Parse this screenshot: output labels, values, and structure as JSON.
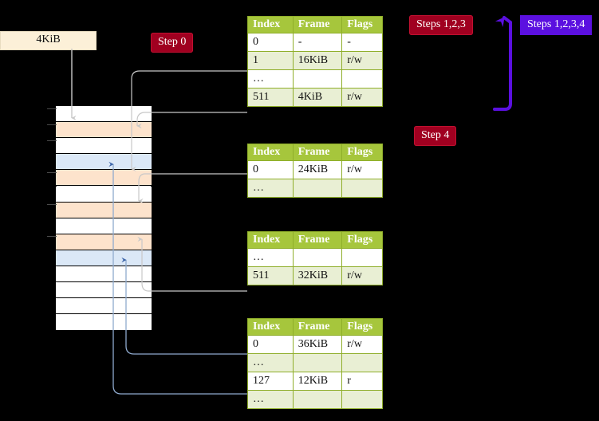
{
  "labels": {
    "kib_box": "4KiB",
    "step0": "Step 0",
    "step4": "Step 4",
    "steps123": "Steps 1,2,3",
    "steps1234": "Steps 1,2,3,4"
  },
  "colors": {
    "badge_red": "#a00020",
    "badge_purple": "#5b10e0",
    "table_header_green": "#a6c63c",
    "table_alt_row": "#e9efd4",
    "highlight_yellow": "#fbf59a",
    "mem_peach": "#fde3cc",
    "mem_blue": "#dbe8f7",
    "kib_box_bg": "#fcf0d8",
    "arrow_grey": "#c8c8c8",
    "arrow_blue": "#5a7fb8"
  },
  "columns": [
    "Index",
    "Frame",
    "Flags"
  ],
  "tables": [
    {
      "id": "pml4",
      "rows": [
        {
          "index": "0",
          "frame": "-",
          "flags": "-",
          "alt": false,
          "hl": false
        },
        {
          "index": "1",
          "frame": "16KiB",
          "flags": "r/w",
          "alt": true,
          "hl": false
        },
        {
          "index": "…",
          "frame": "",
          "flags": "",
          "alt": false,
          "hl": false
        },
        {
          "index": "511",
          "frame": "4KiB",
          "flags": "r/w",
          "alt": true,
          "hl": true
        }
      ]
    },
    {
      "id": "pdp",
      "rows": [
        {
          "index": "0",
          "frame": "24KiB",
          "flags": "r/w",
          "alt": false,
          "hl": false
        },
        {
          "index": "…",
          "frame": "",
          "flags": "",
          "alt": true,
          "hl": false
        }
      ]
    },
    {
      "id": "pd",
      "rows": [
        {
          "index": "…",
          "frame": "",
          "flags": "",
          "alt": false,
          "hl": false
        },
        {
          "index": "511",
          "frame": "32KiB",
          "flags": "r/w",
          "alt": true,
          "hl": false
        }
      ]
    },
    {
      "id": "pt",
      "rows": [
        {
          "index": "0",
          "frame": "36KiB",
          "flags": "r/w",
          "alt": false,
          "hl": false
        },
        {
          "index": "…",
          "frame": "",
          "flags": "",
          "alt": true,
          "hl": false
        },
        {
          "index": "127",
          "frame": "12KiB",
          "flags": "r",
          "alt": false,
          "hl": false
        },
        {
          "index": "…",
          "frame": "",
          "flags": "",
          "alt": true,
          "hl": false
        }
      ]
    }
  ],
  "memory_rows": [
    {
      "fill": "white"
    },
    {
      "fill": "peach"
    },
    {
      "fill": "white"
    },
    {
      "fill": "blue"
    },
    {
      "fill": "peach"
    },
    {
      "fill": "white"
    },
    {
      "fill": "peach"
    },
    {
      "fill": "white"
    },
    {
      "fill": "peach"
    },
    {
      "fill": "blue"
    },
    {
      "fill": "white"
    },
    {
      "fill": "white"
    },
    {
      "fill": "white"
    },
    {
      "fill": "white"
    }
  ]
}
